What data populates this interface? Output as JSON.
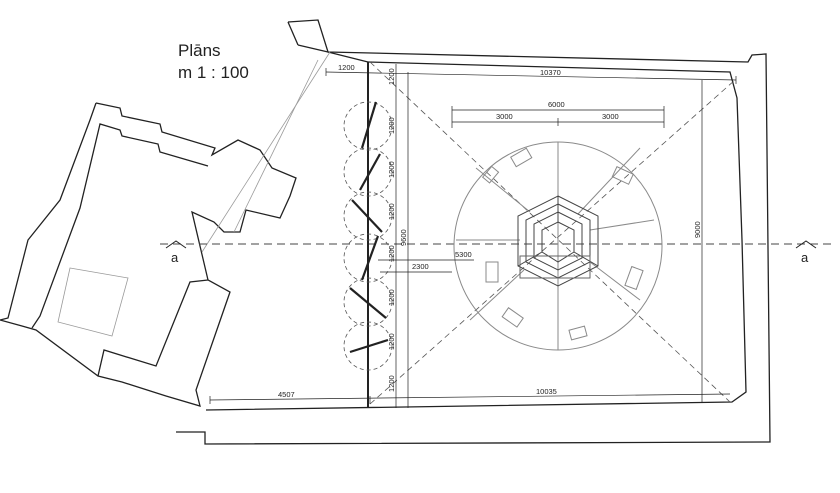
{
  "title": {
    "line1": "Plāns",
    "line2": "m 1 : 100"
  },
  "section_marker": {
    "left": "a",
    "right": "a"
  },
  "dimensions": {
    "top_offset": "1200",
    "top_total": "10370",
    "circle_diameter": "6000",
    "radius_left": "3000",
    "radius_right": "3000",
    "panel_1": "1200",
    "panel_2": "1200",
    "panel_3": "1200",
    "panel_4": "1200",
    "panel_5": "1200",
    "panel_6": "1200",
    "panel_top_offset": "1200",
    "panel_bottom_offset": "1200",
    "inner_height": "9600",
    "right_height": "9000",
    "center_x": "5300",
    "wall_to_circle": "2300",
    "bottom_left": "4507",
    "bottom_total": "10035"
  },
  "colors": {
    "line": "#222222",
    "light_line": "#9a9a9a",
    "paper": "#ffffff"
  }
}
